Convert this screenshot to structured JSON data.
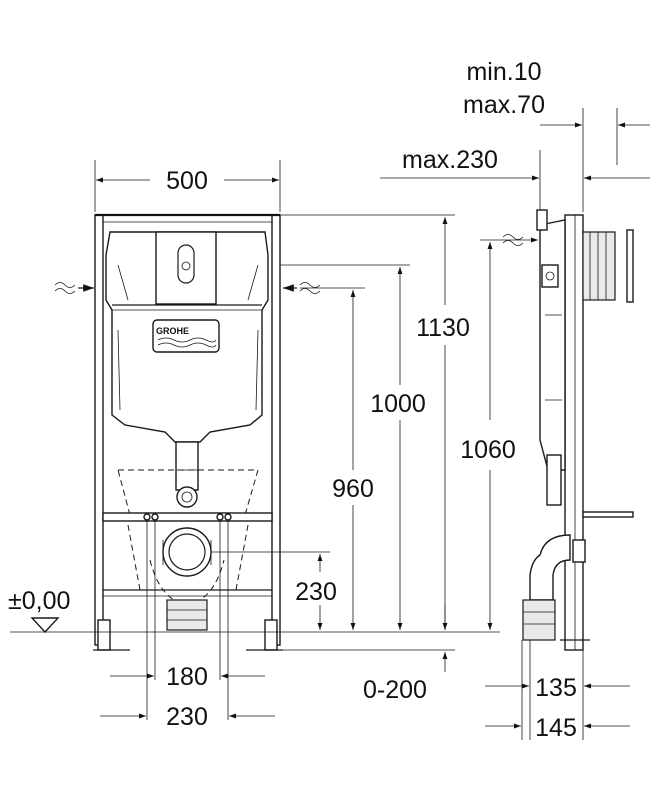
{
  "brand": {
    "logo_text": "GROHE"
  },
  "front_view": {
    "width": "500",
    "height_total": "1130",
    "height_supply": "1000",
    "height_drain_top": "960",
    "height_drain": "230",
    "floor_level": "±0,00",
    "bolt_spacing_inner": "180",
    "bolt_spacing_outer": "230",
    "foot_adjust": "0-200"
  },
  "side_view": {
    "wall_min": "min.10",
    "wall_max": "max.70",
    "depth_max": "max.230",
    "height_supply": "1060",
    "depth_frame": "135",
    "depth_total": "145"
  }
}
